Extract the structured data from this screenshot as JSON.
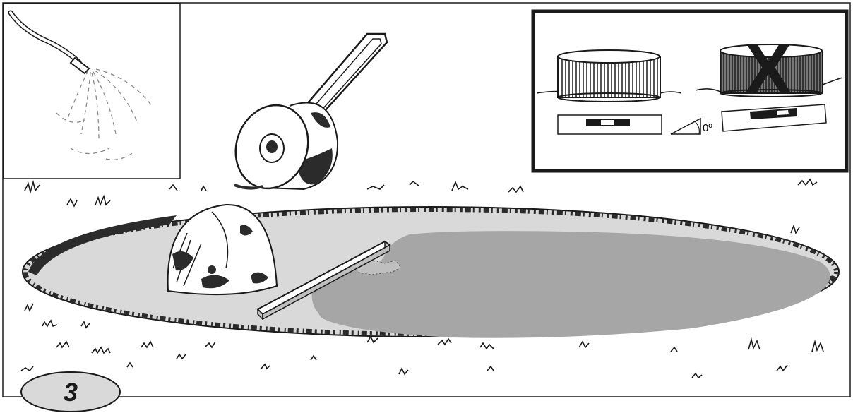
{
  "diagram": {
    "step_number": "3",
    "angle_label": "0º",
    "incorrect_mark": "X",
    "colors": {
      "line": "#1a1a1a",
      "ground_light": "#d9d9d9",
      "ground_dark": "#a6a6a6",
      "paper": "#ffffff"
    },
    "icons": [
      "water-hose-icon",
      "lawn-roller-icon",
      "level-board-icon",
      "sand-mound-icon",
      "pool-level-icon",
      "pool-tilted-icon",
      "spirit-level-icon",
      "angle-icon"
    ]
  }
}
